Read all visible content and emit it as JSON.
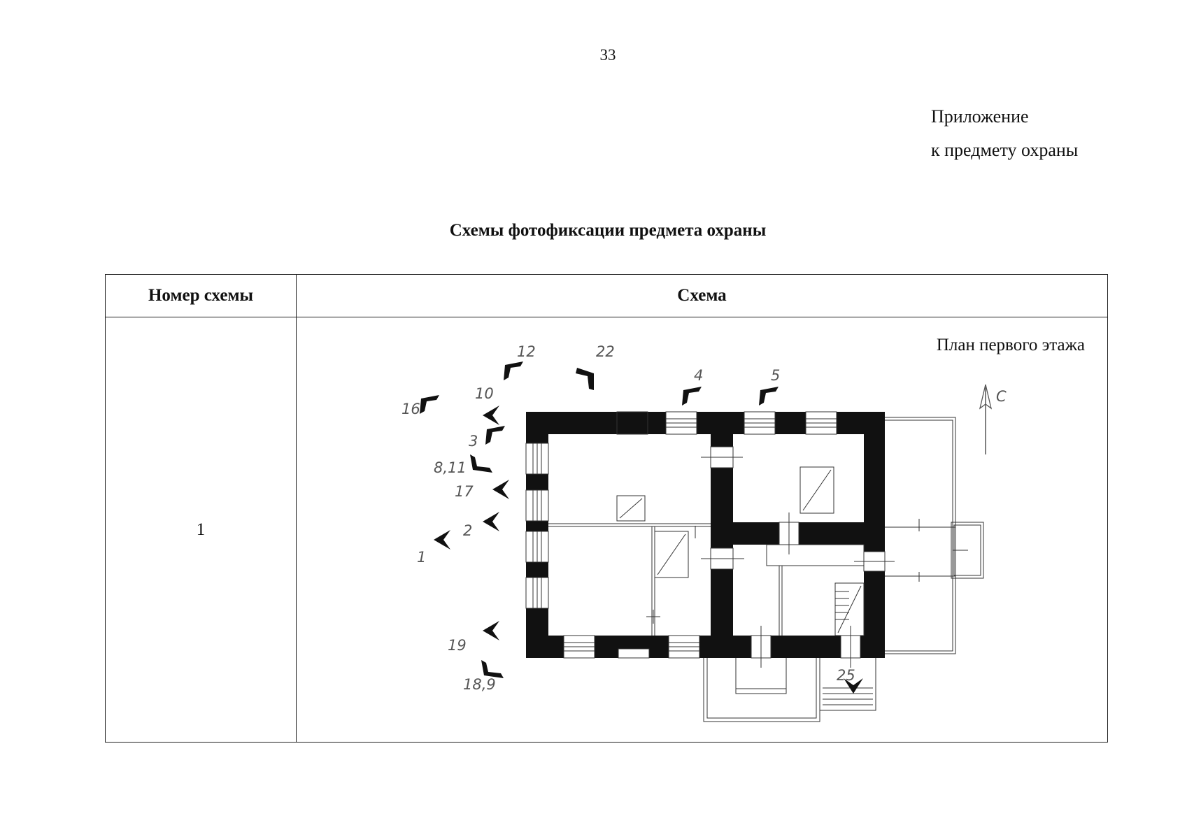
{
  "page_number": "33",
  "appendix": {
    "line1": "Приложение",
    "line2": "к предмету охраны"
  },
  "title": "Схемы фотофиксации предмета охраны",
  "table": {
    "headers": [
      "Номер схемы",
      "Схема"
    ],
    "rows": [
      {
        "number": "1",
        "plan_title": "План первого этажа"
      }
    ]
  },
  "plan": {
    "north_label": "С",
    "markers": [
      {
        "label": "12",
        "direction": "south-east"
      },
      {
        "label": "22",
        "direction": "south"
      },
      {
        "label": "4",
        "direction": "south-east"
      },
      {
        "label": "5",
        "direction": "south-east"
      },
      {
        "label": "10",
        "direction": "east"
      },
      {
        "label": "16",
        "direction": "south-east"
      },
      {
        "label": "3",
        "direction": "south-east"
      },
      {
        "label": "8,11",
        "direction": "north-east"
      },
      {
        "label": "17",
        "direction": "east"
      },
      {
        "label": "2",
        "direction": "east"
      },
      {
        "label": "1",
        "direction": "east"
      },
      {
        "label": "19",
        "direction": "east"
      },
      {
        "label": "18,9",
        "direction": "north-east"
      },
      {
        "label": "25",
        "direction": "north"
      }
    ]
  }
}
